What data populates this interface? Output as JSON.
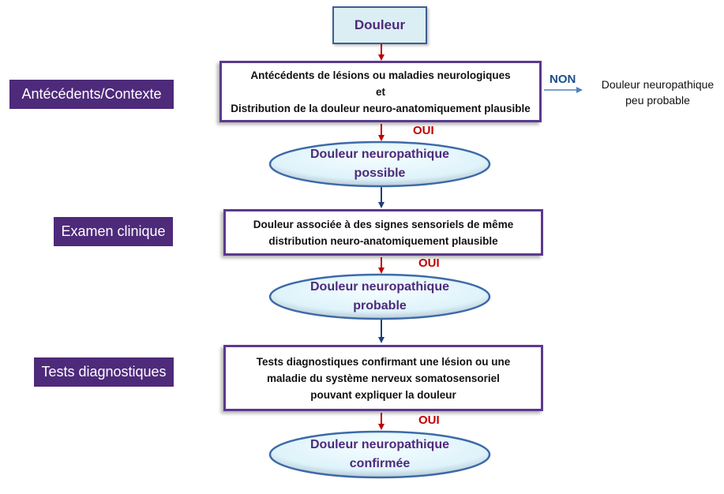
{
  "diagram": {
    "start": {
      "label": "Douleur"
    },
    "stages": [
      {
        "label": "Antécédents/Contexte"
      },
      {
        "label": "Examen clinique"
      },
      {
        "label": "Tests diagnostiques"
      }
    ],
    "criteria": [
      {
        "lines": [
          "Antécédents de lésions ou maladies neurologiques",
          "et",
          "Distribution de la douleur neuro-anatomiquement plausible"
        ]
      },
      {
        "lines": [
          "Douleur associée à des signes sensoriels de même",
          "distribution neuro-anatomiquement plausible"
        ]
      },
      {
        "lines": [
          "Tests diagnostiques confirmant une lésion ou une",
          "maladie du système nerveux somatosensoriel",
          "pouvant expliquer la douleur"
        ]
      }
    ],
    "outcomes": [
      {
        "lines": [
          "Douleur neuropathique",
          "possible"
        ]
      },
      {
        "lines": [
          "Douleur neuropathique",
          "probable"
        ]
      },
      {
        "lines": [
          "Douleur neuropathique",
          "confirmée"
        ]
      }
    ],
    "yes_label": "OUI",
    "no_label": "NON",
    "no_outcome": {
      "lines": [
        "Douleur neuropathique",
        "peu probable"
      ]
    },
    "colors": {
      "stage_fill": "#4e2a7a",
      "box_border": "#5b3a8e",
      "yes_arrow": "#c00000",
      "flow_arrow": "#1f3f7a",
      "no_arrow": "#4f81bd",
      "ellipse_fill": "#e6f7fc",
      "ellipse_border": "#3d6aa8"
    }
  }
}
